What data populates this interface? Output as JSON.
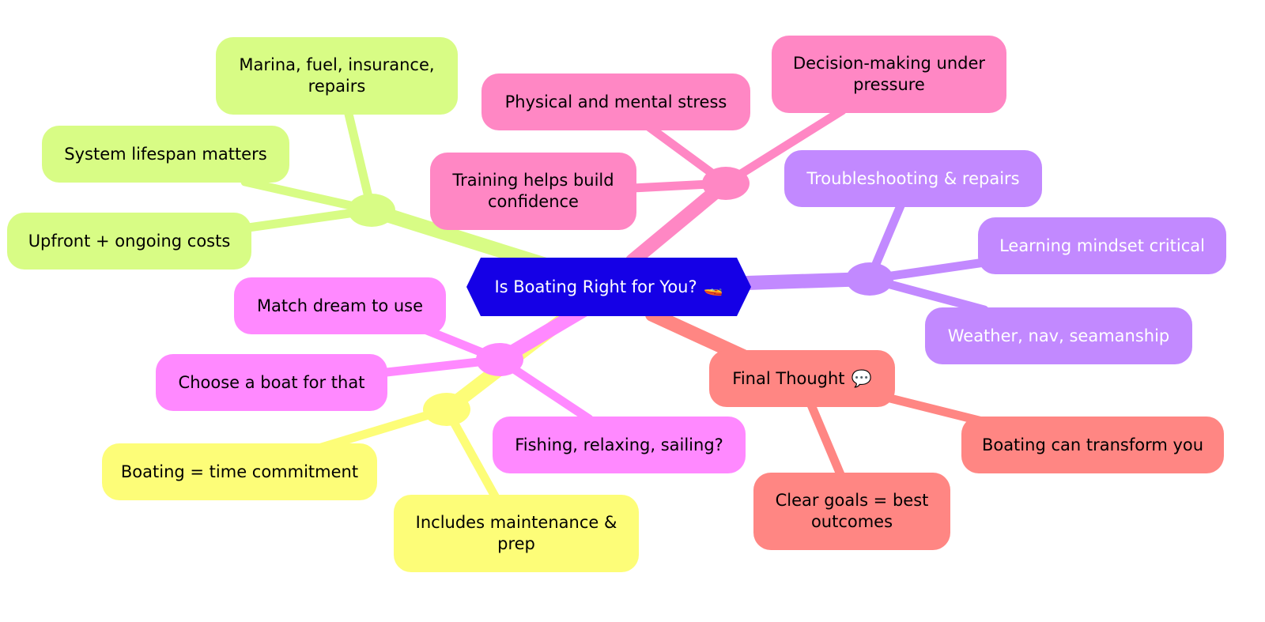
{
  "root": {
    "label": "Is Boating Right for You?",
    "emoji": "🚤"
  },
  "colors": {
    "root": "#1500e6",
    "cost": "#d8fc85",
    "stress": "#ff87c4",
    "skills": "#c289ff",
    "final": "#ff8683",
    "purpose": "#ff89ff",
    "time": "#fdfd78"
  },
  "branches": {
    "cost": {
      "items": [
        "Marina, fuel, insurance, repairs",
        "System lifespan matters",
        "Upfront + ongoing costs"
      ]
    },
    "stress": {
      "items": [
        "Physical and mental stress",
        "Decision-making under pressure",
        "Training helps build confidence"
      ]
    },
    "skills": {
      "items": [
        "Troubleshooting & repairs",
        "Learning mindset critical",
        "Weather, nav, seamanship"
      ]
    },
    "final": {
      "label": "Final Thought",
      "emoji": "💬",
      "items": [
        "Boating can transform you",
        "Clear goals = best outcomes"
      ]
    },
    "purpose": {
      "items": [
        "Match dream to use",
        "Choose a boat for that",
        "Fishing, relaxing, sailing?"
      ]
    },
    "time": {
      "items": [
        "Boating = time commitment",
        "Includes maintenance & prep"
      ]
    }
  }
}
